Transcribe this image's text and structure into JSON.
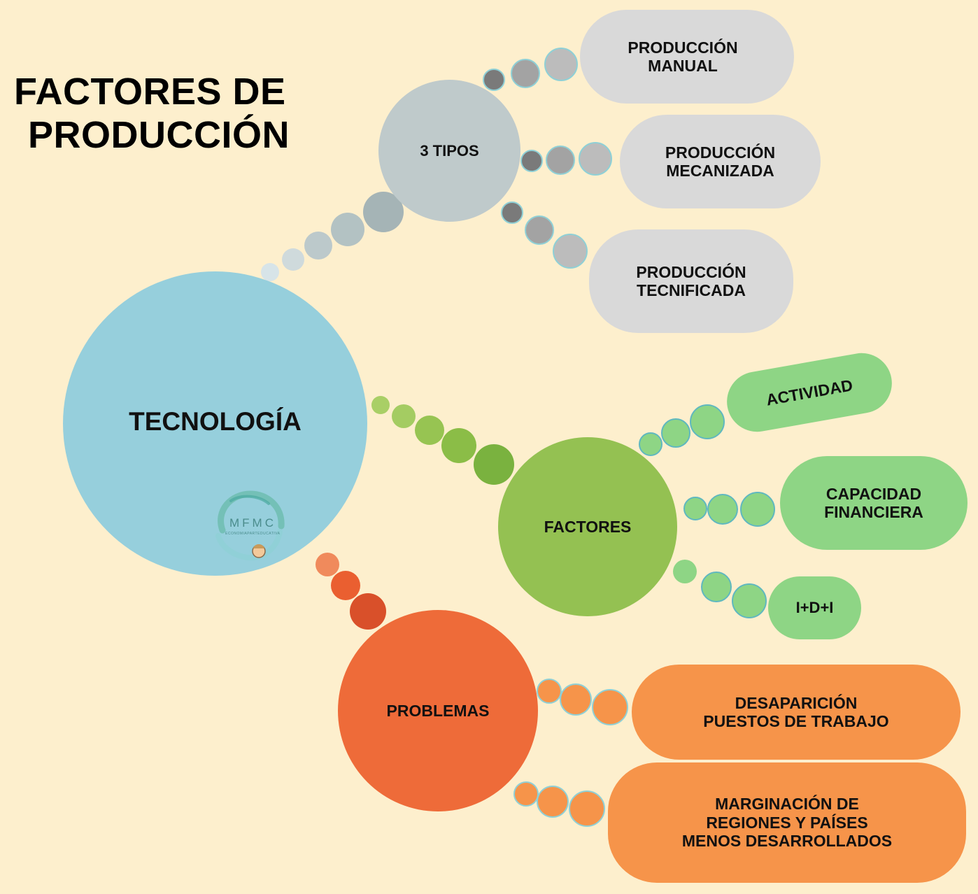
{
  "title": {
    "line1": "FACTORES DE",
    "line2": "PRODUCCIÓN"
  },
  "center": {
    "label": "TECNOLOGÍA",
    "color": "#96cfdc"
  },
  "branches": {
    "tipos": {
      "label": "3 TIPOS",
      "color": "#bfcacb",
      "items": [
        "PRODUCCIÓN\nMANUAL",
        "PRODUCCIÓN\nMECANIZADA",
        "PRODUCCIÓN\nTECNIFICADA"
      ]
    },
    "factores": {
      "label": "FACTORES",
      "color": "#94c152",
      "items": [
        "ACTIVIDAD",
        "CAPACIDAD\nFINANCIERA",
        "I+D+I"
      ]
    },
    "problemas": {
      "label": "PROBLEMAS",
      "color": "#ee6b39",
      "items": [
        "DESAPARICIÓN\nPUESTOS DE TRABAJO",
        "MARGINACIÓN DE\nREGIONES Y PAÍSES\nMENOS DESARROLLADOS"
      ]
    }
  },
  "logo": {
    "text": "MFMC",
    "subtext": "ECONOMIAPARTEDUCATIVA",
    "icon": "mfmc-logo-icon"
  }
}
